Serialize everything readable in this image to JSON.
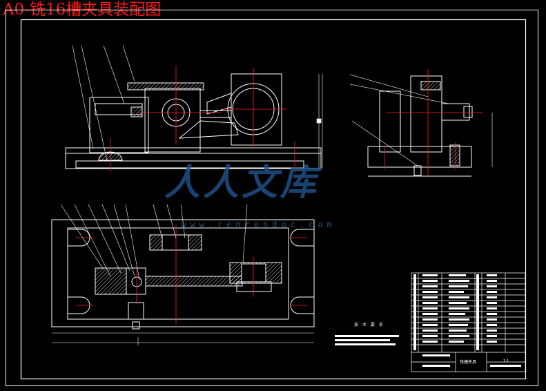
{
  "drawing": {
    "title": "A0-铣16槽夹具装配图",
    "technical_requirements_heading": "技 术 要 求",
    "titleblock_name": "铣槽夹具",
    "titleblock_scale": "1:1"
  },
  "watermark": {
    "brand": "人人文库",
    "url": "www.renrendoc.com"
  },
  "colors": {
    "background": "#000000",
    "outline": "#ffffff",
    "centerline": "#ff2020",
    "dimension": "#ffffff",
    "hatch": "#ffffff",
    "title": "#ff1a1a",
    "watermark": "#1f4f86"
  }
}
